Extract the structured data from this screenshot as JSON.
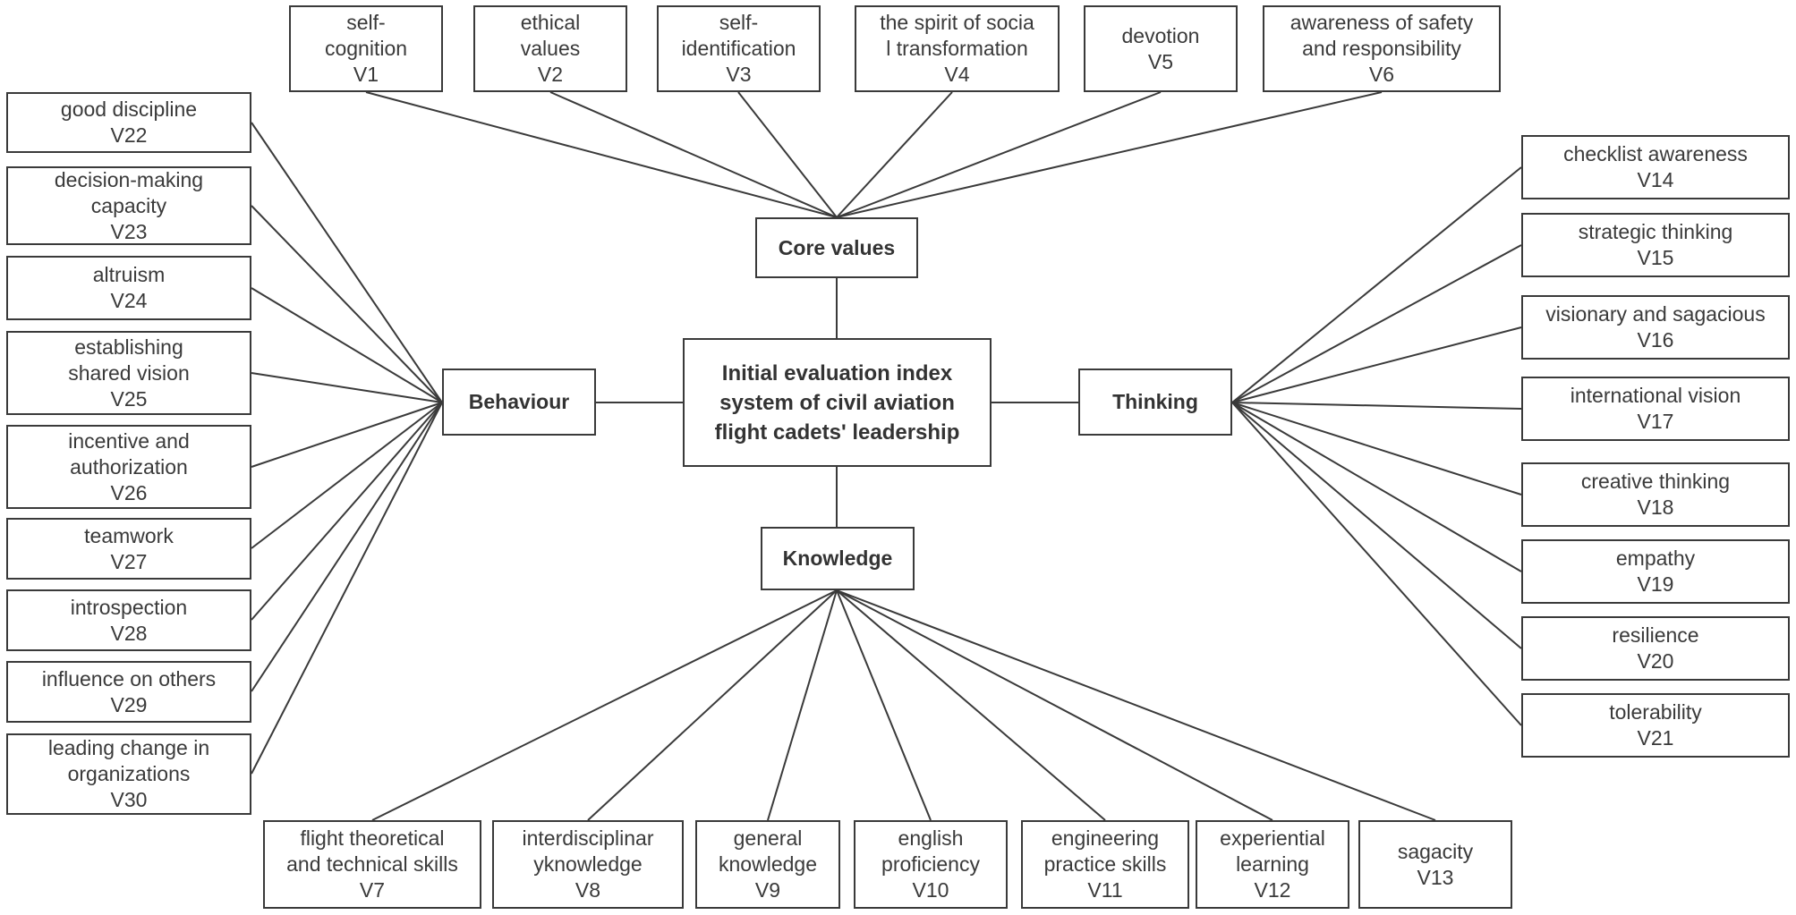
{
  "colors": {
    "line": "#3a3a3a",
    "text": "#3a3a3a",
    "background": "#ffffff"
  },
  "root": {
    "label": "Initial evaluation index\nsystem of civil aviation\nflight cadets' leadership"
  },
  "categories": {
    "core_values": "Core values",
    "behaviour": "Behaviour",
    "thinking": "Thinking",
    "knowledge": "Knowledge"
  },
  "indicators": {
    "V1": {
      "label": "self-\ncognition",
      "code": "V1"
    },
    "V2": {
      "label": "ethical\nvalues",
      "code": "V2"
    },
    "V3": {
      "label": "self-\nidentification",
      "code": "V3"
    },
    "V4": {
      "label": "the spirit of socia\nl transformation",
      "code": "V4"
    },
    "V5": {
      "label": "devotion",
      "code": "V5"
    },
    "V6": {
      "label": "awareness of safety\nand responsibility",
      "code": "V6"
    },
    "V7": {
      "label": "flight theoretical\nand technical skills",
      "code": "V7"
    },
    "V8": {
      "label": "interdisciplinar\nyknowledge",
      "code": "V8"
    },
    "V9": {
      "label": "general\nknowledge",
      "code": "V9"
    },
    "V10": {
      "label": "english\nproficiency",
      "code": "V10"
    },
    "V11": {
      "label": "engineering\npractice skills",
      "code": "V11"
    },
    "V12": {
      "label": "experiential\nlearning",
      "code": "V12"
    },
    "V13": {
      "label": "sagacity",
      "code": "V13"
    },
    "V14": {
      "label": "checklist awareness",
      "code": "V14"
    },
    "V15": {
      "label": "strategic thinking",
      "code": "V15"
    },
    "V16": {
      "label": "visionary and sagacious",
      "code": "V16"
    },
    "V17": {
      "label": "international vision",
      "code": "V17"
    },
    "V18": {
      "label": "creative thinking",
      "code": "V18"
    },
    "V19": {
      "label": "empathy",
      "code": "V19"
    },
    "V20": {
      "label": "resilience",
      "code": "V20"
    },
    "V21": {
      "label": "tolerability",
      "code": "V21"
    },
    "V22": {
      "label": "good discipline",
      "code": "V22"
    },
    "V23": {
      "label": "decision-making\ncapacity",
      "code": "V23"
    },
    "V24": {
      "label": "altruism",
      "code": "V24"
    },
    "V25": {
      "label": "establishing\nshared vision",
      "code": "V25"
    },
    "V26": {
      "label": "incentive and\nauthorization",
      "code": "V26"
    },
    "V27": {
      "label": "teamwork",
      "code": "V27"
    },
    "V28": {
      "label": "introspection",
      "code": "V28"
    },
    "V29": {
      "label": "influence on others",
      "code": "V29"
    },
    "V30": {
      "label": "leading change in\norganizations",
      "code": "V30"
    }
  }
}
